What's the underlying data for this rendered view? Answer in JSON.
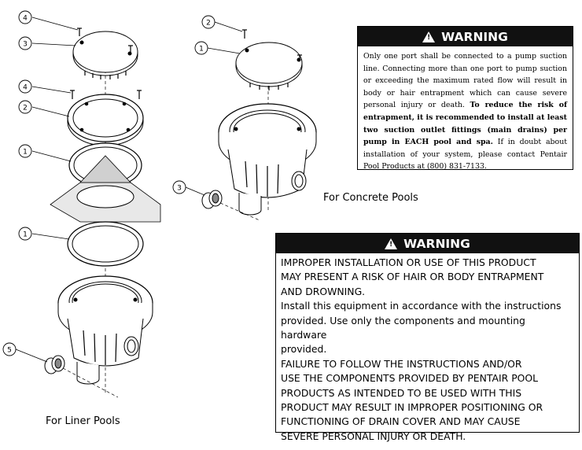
{
  "callouts": {
    "left_4_top": "4",
    "left_3": "3",
    "left_4_mid": "4",
    "left_2": "2",
    "left_1_upper": "1",
    "left_1_lower": "1",
    "left_5": "5",
    "right_2": "2",
    "right_1": "1",
    "right_3": "3"
  },
  "captions": {
    "concrete": "For Concrete Pools",
    "liner": "For Liner Pools"
  },
  "warning_top": {
    "title": "WARNING",
    "text_intro": "Only one port shall be connected to a pump suction line. Connecting more than one port to pump suction or exceeding the maximum rated flow will result in body or hair entrapment which can cause severe personal injury or death. ",
    "text_bold": "To reduce the risk of entrapment, it is recommended to install at least two suction outlet fittings (main drains) per pump in EACH pool and spa.",
    "text_outro": " If in doubt about installation of your system, please contact Pentair Pool Products at (800) 831-7133."
  },
  "warning_bottom": {
    "title": "WARNING",
    "lines": [
      "IMPROPER INSTALLATION OR USE OF THIS PRODUCT",
      "MAY PRESENT A RISK OF HAIR OR BODY ENTRAPMENT",
      "AND DROWNING.",
      "Install this equipment in accordance with the instructions",
      "provided. Use only the components and mounting hardware",
      "provided.",
      "FAILURE TO FOLLOW THE INSTRUCTIONS AND/OR",
      "USE THE COMPONENTS PROVIDED BY PENTAIR POOL",
      "PRODUCTS AS INTENDED TO BE USED WITH THIS",
      "PRODUCT MAY RESULT IN IMPROPER POSITIONING OR",
      "FUNCTIONING OF DRAIN COVER AND MAY CAUSE",
      "SEVERE PERSONAL INJURY OR DEATH."
    ]
  }
}
